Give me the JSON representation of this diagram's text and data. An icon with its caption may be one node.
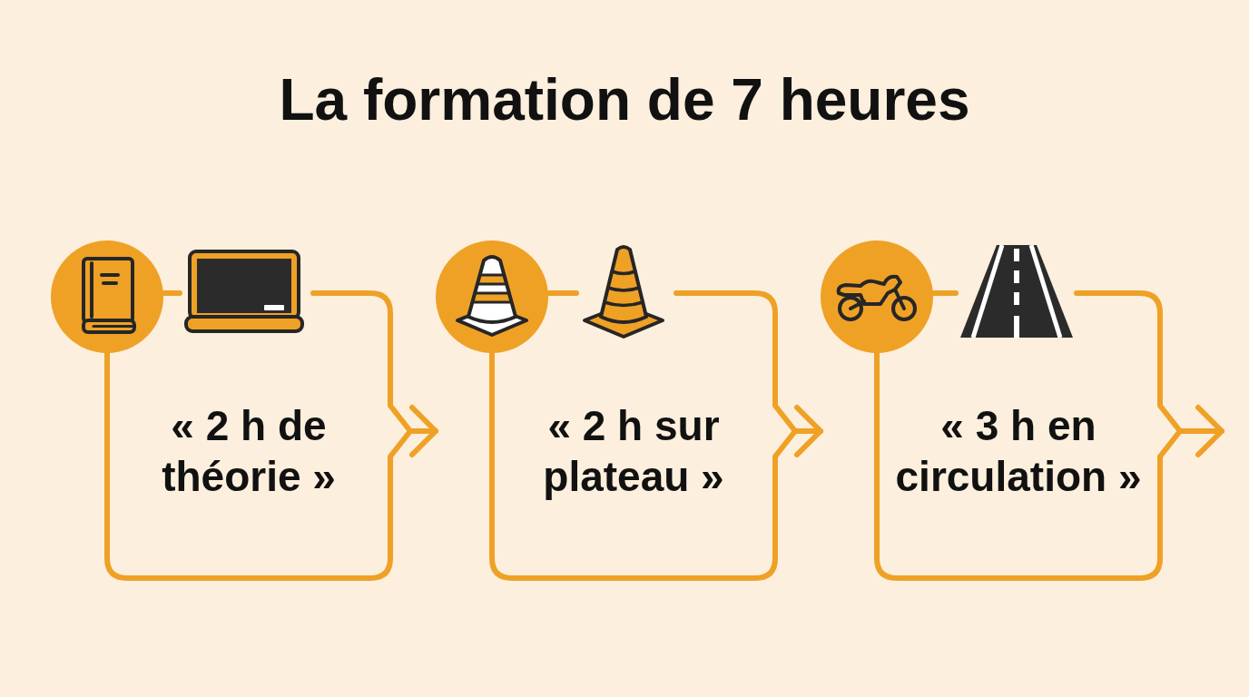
{
  "diagram": {
    "title": "La formation de 7 heures",
    "nodes": [
      {
        "text": [
          "« 2 h de théorie »"
        ]
      },
      {
        "text": [
          "« 2 h sur plateau »"
        ]
      },
      {
        "text": [
          "« 3 h en circulation »"
        ]
      }
    ],
    "edges": [
      {
        "from": 0,
        "to": 1,
        "arrow": "to"
      },
      {
        "from": 1,
        "to": 2,
        "arrow": "to"
      },
      {
        "from": 2,
        "to": null,
        "arrow": "to"
      }
    ]
  }
}
